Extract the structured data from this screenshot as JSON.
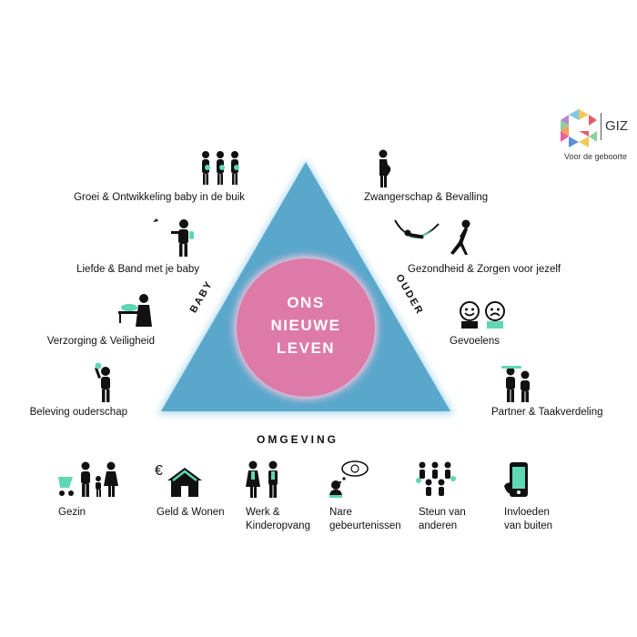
{
  "logo": {
    "brand": "GIZ",
    "tagline": "Voor de geboorte"
  },
  "triangle": {
    "center_lines": [
      "ONS",
      "NIEUWE",
      "LEVEN"
    ],
    "left_side": "BABY",
    "right_side": "OUDER",
    "bottom": "OMGEVING"
  },
  "baby_items": [
    {
      "label": "Groei & Ontwikkeling baby in de buik",
      "icon": "pregnant-figures-icon"
    },
    {
      "label": "Liefde & Band met je baby",
      "icon": "parent-holding-baby-icon"
    },
    {
      "label": "Verzorging & Veiligheid",
      "icon": "baby-care-icon"
    },
    {
      "label": "Beleving ouderschap",
      "icon": "parent-lifting-baby-icon"
    }
  ],
  "ouder_items": [
    {
      "label": "Zwangerschap & Bevalling",
      "icon": "pregnant-woman-icon"
    },
    {
      "label": "Gezondheid & Zorgen voor jezelf",
      "icon": "hammock-yoga-icon"
    },
    {
      "label": "Gevoelens",
      "icon": "faces-icon"
    },
    {
      "label": "Partner & Taakverdeling",
      "icon": "partners-icon"
    }
  ],
  "omgeving_items": [
    {
      "line1": "Gezin",
      "line2": "",
      "icon": "family-stroller-icon"
    },
    {
      "line1": "Geld & Wonen",
      "line2": "",
      "icon": "house-euro-icon"
    },
    {
      "line1": "Werk &",
      "line2": "Kinderopvang",
      "icon": "workers-icon"
    },
    {
      "line1": "Nare",
      "line2": "gebeurtenissen",
      "icon": "worried-person-icon"
    },
    {
      "line1": "Steun van",
      "line2": "anderen",
      "icon": "group-support-icon"
    },
    {
      "line1": "Invloeden",
      "line2": "van buiten",
      "icon": "smartphone-icon"
    }
  ],
  "colors": {
    "triangle": "#5aa7cc",
    "circle": "#dd7aa8",
    "accent": "#5fd6b4",
    "ink": "#111111"
  }
}
